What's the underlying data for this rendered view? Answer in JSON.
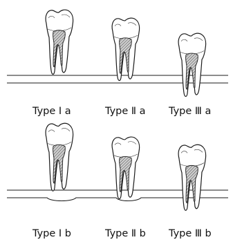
{
  "diagram": {
    "rows": [
      {
        "name": "row-a",
        "labels": [
          "Type Ⅰ a",
          "Type Ⅱ a",
          "Type Ⅲ a"
        ]
      },
      {
        "name": "row-b",
        "labels": [
          "Type Ⅰ b",
          "Type Ⅱ b",
          "Type Ⅲ b"
        ]
      }
    ]
  }
}
